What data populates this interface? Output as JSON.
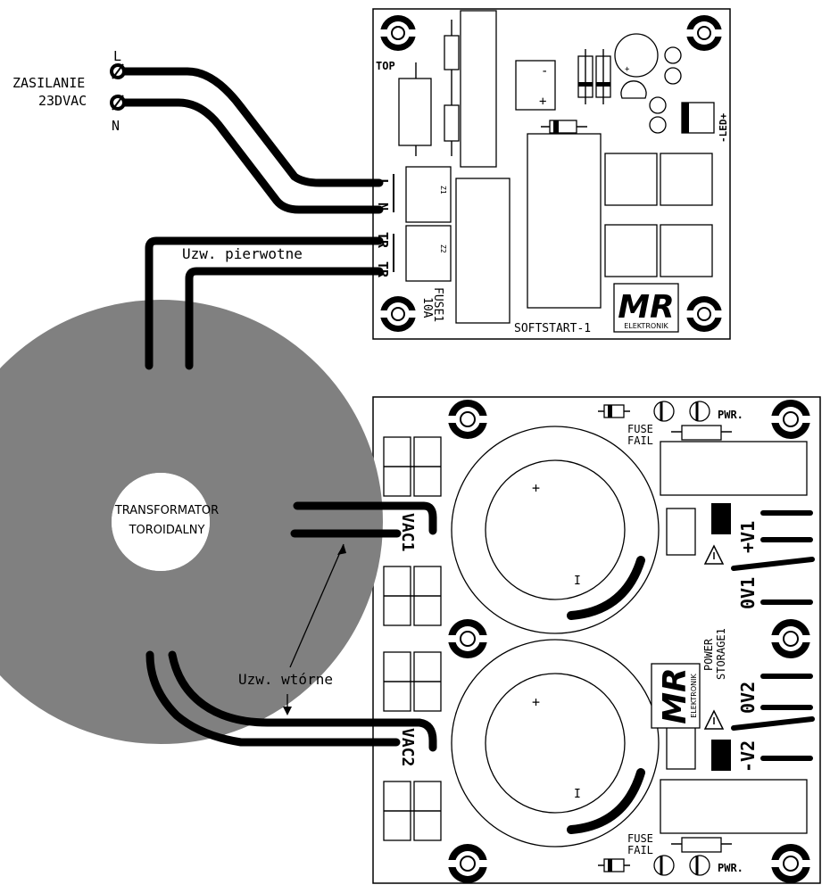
{
  "mains": {
    "label_line1": "ZASILANIE",
    "label_line2": "23DVAC",
    "terminal_l": "L",
    "terminal_n": "N"
  },
  "softstart": {
    "name": "SOFTSTART-1",
    "top_label": "TOP",
    "fuse_label": "FUSE1",
    "fuse_rating": "10A",
    "led_label": "-LED+",
    "conn_z1": "Z1",
    "conn_z2": "Z2",
    "pin_l": "L",
    "pin_n": "N",
    "pin_tr1": "TR",
    "pin_tr2": "TR",
    "polarity_minus": "-",
    "polarity_plus": "+",
    "cap_plus": "+"
  },
  "transformer": {
    "line1": "TRANSFORMATOR",
    "line2": "TOROIDALNY",
    "primary_label": "Uzw. pierwotne",
    "secondary_label": "Uzw. wtórne",
    "colors": {
      "core": "#808080",
      "wire": "#000000"
    }
  },
  "power_storage": {
    "name_line1": "POWER",
    "name_line2": "STORAGE1",
    "vac1": "VAC1",
    "vac2": "VAC2",
    "out_pv1": "+V1",
    "out_0v1": "0V1",
    "out_0v2": "0V2",
    "out_mv2": "-V2",
    "fuse_fail_1a": "FUSE",
    "fuse_fail_1b": "FAIL",
    "fuse_fail_2a": "FUSE",
    "fuse_fail_2b": "FAIL",
    "pwr_top": "PWR.",
    "pwr_bottom": "PWR.",
    "cap_plus_top": "+",
    "cap_minus_top": "I",
    "cap_plus_bottom": "+",
    "cap_minus_bottom": "I"
  },
  "logo": {
    "text": "MR",
    "sub": "ELEKTRONIK"
  }
}
